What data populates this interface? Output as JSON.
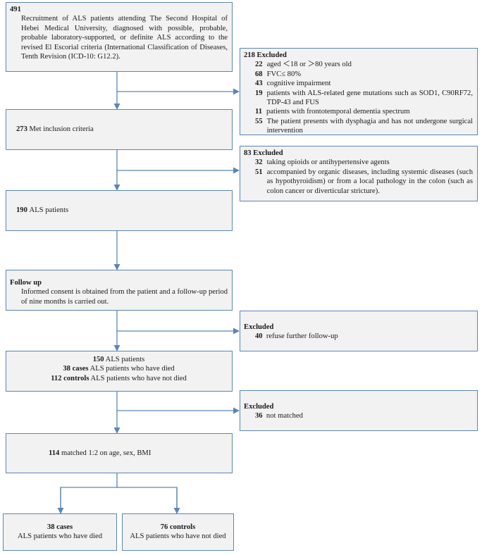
{
  "flow": {
    "recruit": {
      "count": "491",
      "text": "Recruitment of ALS patients attending The Second Hospital of Hebei Medical University, diagnosed with possible, probable, probable laboratory-supported, or definite ALS according to the revised El Escorial criteria (International Classification of Diseases, Tenth Revision (ICD-10: G12.2)."
    },
    "excluded_1": {
      "count": "218",
      "title": "Excluded",
      "items": [
        {
          "n": "22",
          "text": "aged ＜18 or ＞80 years old"
        },
        {
          "n": "68",
          "text": "FVC≤ 80%"
        },
        {
          "n": "43",
          "text": "cognitive impairment"
        },
        {
          "n": "19",
          "text": "patients with ALS-related gene mutations such as SOD1, C90RF72, TDP-43 and FUS"
        },
        {
          "n": "11",
          "text": "patients with frontotemporal dementia spectrum"
        },
        {
          "n": "55",
          "text": "The patient presents with dysphagia and has not undergone surgical intervention"
        }
      ]
    },
    "inclusion": {
      "count": "273",
      "text": "Met inclusion criteria"
    },
    "excluded_2": {
      "count": "83",
      "title": "Excluded",
      "items": [
        {
          "n": "32",
          "text": "taking opioids or antihypertensive agents"
        },
        {
          "n": "51",
          "text": "accompanied by organic diseases, including systemic diseases (such as hypothyroidism) or from a local pathology in the colon (such as colon cancer or diverticular stricture)."
        }
      ]
    },
    "als_190": {
      "count": "190",
      "text": "ALS patients"
    },
    "follow_up": {
      "title": "Follow up",
      "text": "Informed consent is obtained from the patient and a follow-up period of nine months is carried out."
    },
    "excluded_3": {
      "title": "Excluded",
      "n": "40",
      "text": "refuse further follow-up"
    },
    "als_150": {
      "line1_n": "150",
      "line1_text": "ALS patients",
      "line2_n": "38 cases",
      "line2_text": "ALS patients who have died",
      "line3_n": "112 controls",
      "line3_text": "ALS patients who have not died"
    },
    "excluded_4": {
      "title": "Excluded",
      "n": "36",
      "text": "not matched"
    },
    "matched": {
      "n": "114",
      "text": "matched 1:2 on age, sex, BMI"
    },
    "cases": {
      "n": "38 cases",
      "text": "ALS patients who have died"
    },
    "controls": {
      "n": "76 controls",
      "text": "ALS patients who have not died"
    }
  },
  "colors": {
    "border": "#5b86b4",
    "fill": "#f2f2f2",
    "arrow": "#5b86b4"
  }
}
